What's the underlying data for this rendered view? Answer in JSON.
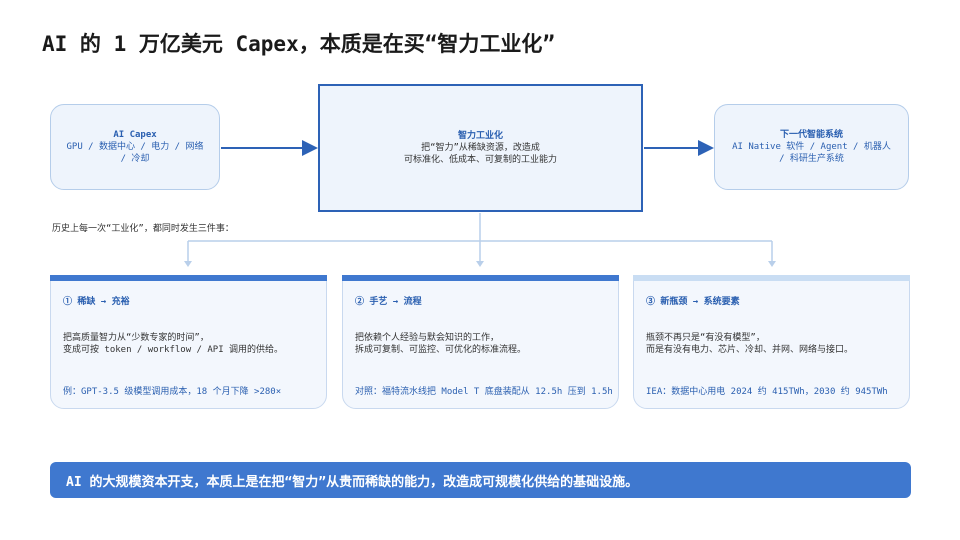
{
  "title": "AI 的 1 万亿美元 Capex，本质是在买“智力工业化”",
  "left_box": {
    "title": "AI Capex",
    "body": "GPU / 数据中心 / 电力 / 网络 / 冷却"
  },
  "center_box": {
    "title": "智力工业化",
    "line1": "把“智力”从稀缺资源，改造成",
    "line2": "可标准化、低成本、可复制的工业能力"
  },
  "right_box": {
    "title": "下一代智能系统",
    "body": "AI Native 软件 / Agent / 机器人 / 科研生产系统"
  },
  "note": "历史上每一次“工业化”，都同时发生三件事：",
  "cards": [
    {
      "head": "① 稀缺 → 充裕",
      "line1": "把高质量智力从“少数专家的时间”，",
      "line2": "变成可按 token / workflow / API 调用的供给。",
      "foot": "例：GPT-3.5 级模型调用成本，18 个月下降 >280×",
      "bar_color": "#3f78cf"
    },
    {
      "head": "② 手艺 → 流程",
      "line1": "把依赖个人经验与默会知识的工作，",
      "line2": "拆成可复制、可监控、可优化的标准流程。",
      "foot": "对照：福特流水线把 Model T 底盘装配从 12.5h 压到 1.5h",
      "bar_color": "#3f78cf"
    },
    {
      "head": "③ 新瓶颈 → 系统要素",
      "line1": "瓶颈不再只是“有没有模型”，",
      "line2": "而是有没有电力、芯片、冷却、并网、网络与接口。",
      "foot": "IEA：数据中心用电 2024 约 415TWh，2030 约 945TWh",
      "bar_color": "#c9ddf3"
    }
  ],
  "banner": "AI 的大规模资本开支，本质上是在把“智力”从贵而稀缺的能力，改造成可规模化供给的基础设施。",
  "colors": {
    "accent": "#3f78cf",
    "border_dark": "#2d62b6",
    "box_fill": "#eef4fc",
    "connector_light": "#b9cfea"
  }
}
